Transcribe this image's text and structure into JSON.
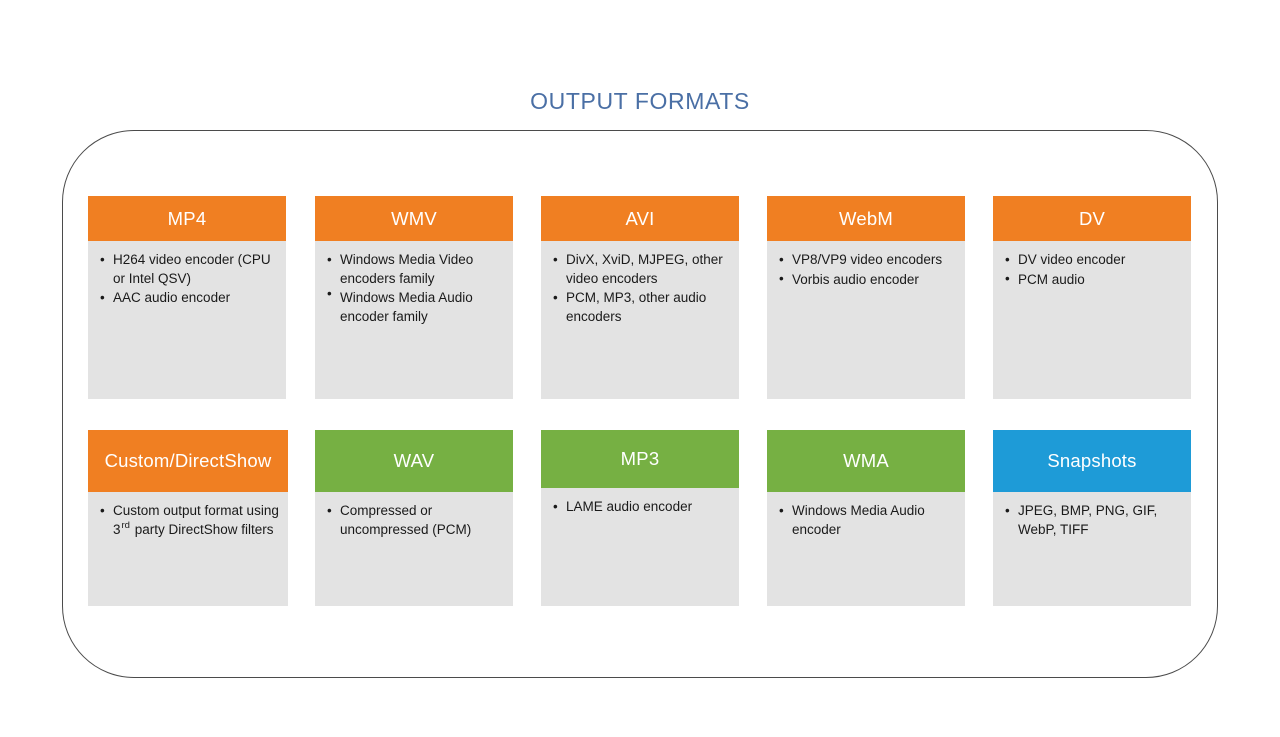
{
  "title": "OUTPUT FORMATS",
  "colors": {
    "title_text": "#4a6fa5",
    "orange": "#f07f22",
    "green": "#76b043",
    "blue": "#1e9bd7",
    "body_gray": "#e3e3e3",
    "frame_stroke": "#4b4b4b",
    "bullet_text": "#1a1a1a"
  },
  "cards": [
    {
      "name": "mp4",
      "header": "MP4",
      "accent": "#f07f22",
      "bullets": [
        "H264 video encoder (CPU or Intel QSV)",
        "AAC audio encoder"
      ]
    },
    {
      "name": "wmv",
      "header": "WMV",
      "accent": "#f07f22",
      "bullets": [
        "Windows Media Video encoders family",
        "Windows Media Audio encoder family"
      ]
    },
    {
      "name": "avi",
      "header": "AVI",
      "accent": "#f07f22",
      "bullets": [
        "DivX, XviD, MJPEG, other video encoders",
        "PCM, MP3, other audio encoders"
      ]
    },
    {
      "name": "webm",
      "header": "WebM",
      "accent": "#f07f22",
      "bullets": [
        "VP8/VP9 video encoders",
        "Vorbis audio encoder"
      ]
    },
    {
      "name": "dv",
      "header": "DV",
      "accent": "#f07f22",
      "bullets": [
        "DV video encoder",
        "PCM audio"
      ]
    },
    {
      "name": "custom-directshow",
      "header": "Custom/DirectShow",
      "accent": "#f07f22",
      "bullets": [
        "Custom output format using 3rd party DirectShow filters"
      ]
    },
    {
      "name": "wav",
      "header": "WAV",
      "accent": "#76b043",
      "bullets": [
        "Compressed or uncompressed (PCM)"
      ]
    },
    {
      "name": "mp3",
      "header": "MP3",
      "accent": "#76b043",
      "bullets": [
        "LAME audio encoder"
      ]
    },
    {
      "name": "wma",
      "header": "WMA",
      "accent": "#76b043",
      "bullets": [
        "Windows Media Audio encoder"
      ]
    },
    {
      "name": "snapshots",
      "header": "Snapshots",
      "accent": "#1e9bd7",
      "bullets": [
        "JPEG, BMP, PNG, GIF, WebP, TIFF"
      ]
    }
  ]
}
